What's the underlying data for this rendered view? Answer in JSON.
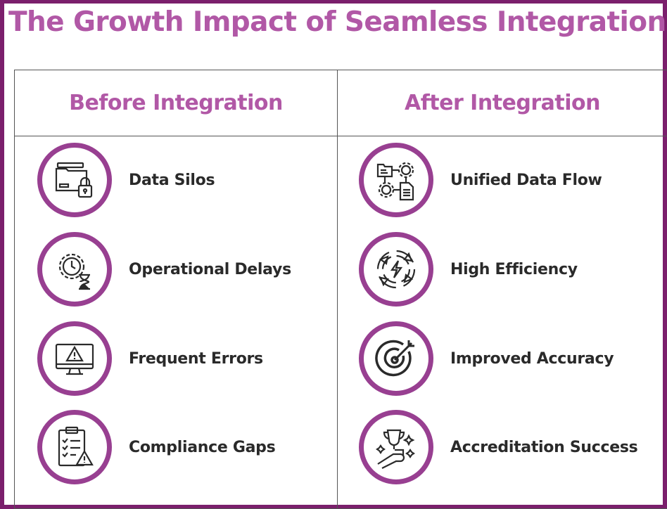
{
  "title": "The Growth Impact of Seamless Integrations",
  "colors": {
    "frame": "#7b1f6c",
    "accent": "#b158a6",
    "circle": "#983f91",
    "text": "#2a2a2a"
  },
  "before": {
    "heading": "Before Integration",
    "items": [
      {
        "label": "Data Silos",
        "icon": "folder-lock-icon"
      },
      {
        "label": "Operational Delays",
        "icon": "gear-clock-hourglass-icon"
      },
      {
        "label": "Frequent Errors",
        "icon": "monitor-warning-icon"
      },
      {
        "label": "Compliance Gaps",
        "icon": "checklist-warning-icon"
      }
    ]
  },
  "after": {
    "heading": "After Integration",
    "items": [
      {
        "label": "Unified Data Flow",
        "icon": "data-flow-icon"
      },
      {
        "label": "High Efficiency",
        "icon": "cycle-lightning-icon"
      },
      {
        "label": "Improved Accuracy",
        "icon": "target-icon"
      },
      {
        "label": "Accreditation Success",
        "icon": "trophy-hand-icon"
      }
    ]
  }
}
